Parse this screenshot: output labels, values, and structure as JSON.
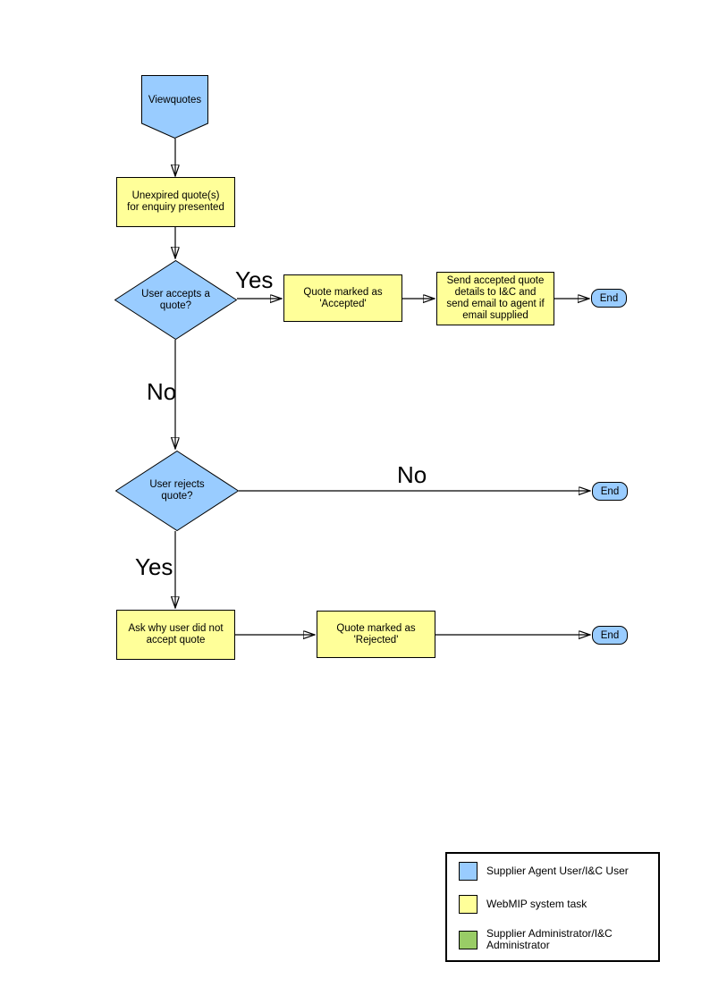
{
  "flowchart": {
    "nodes": {
      "start": {
        "label": "Viewquotes",
        "shape": "pentagon",
        "role": "user"
      },
      "present_quotes": {
        "label": "Unexpired quote(s) for enquiry presented",
        "shape": "rectangle",
        "role": "system"
      },
      "accept_decision": {
        "label": "User accepts a quote?",
        "shape": "diamond",
        "role": "user"
      },
      "mark_accepted": {
        "label": "Quote  marked as 'Accepted'",
        "shape": "rectangle",
        "role": "system"
      },
      "send_details": {
        "label": "Send accepted quote details to I&C and send email to agent if email supplied",
        "shape": "rectangle",
        "role": "system"
      },
      "end_accepted": {
        "label": "End",
        "shape": "terminator",
        "role": "user"
      },
      "reject_decision": {
        "label": "User rejects quote?",
        "shape": "diamond",
        "role": "user"
      },
      "end_no_reject": {
        "label": "End",
        "shape": "terminator",
        "role": "user"
      },
      "ask_why": {
        "label": "Ask why user did not accept quote",
        "shape": "rectangle",
        "role": "system"
      },
      "mark_rejected": {
        "label": "Quote  marked as 'Rejected'",
        "shape": "rectangle",
        "role": "system"
      },
      "end_rejected": {
        "label": "End",
        "shape": "terminator",
        "role": "user"
      }
    },
    "edge_labels": {
      "accept_yes": "Yes",
      "accept_no": "No",
      "reject_no": "No",
      "reject_yes": "Yes"
    }
  },
  "legend": {
    "items": [
      {
        "label": "Supplier Agent User/I&C User",
        "color": "#99CCFF"
      },
      {
        "label": "WebMIP system task",
        "color": "#FFFF99"
      },
      {
        "label": "Supplier Administrator/I&C Administrator",
        "color": "#99CC66"
      }
    ]
  },
  "colors": {
    "user_shape_fill": "#99CCFF",
    "system_task_fill": "#FFFF99",
    "admin_shape_fill": "#99CC66",
    "shape_border": "#000000",
    "connector": "#000000"
  }
}
